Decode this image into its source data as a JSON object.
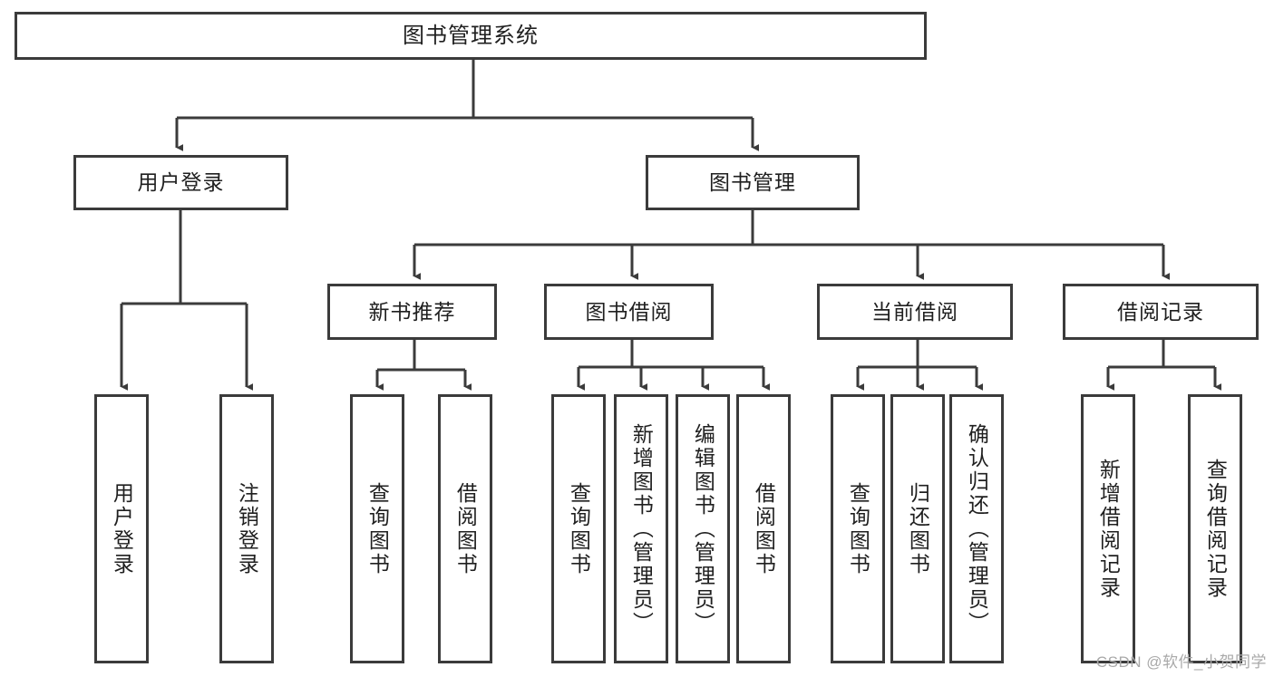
{
  "diagram": {
    "title": "图书管理系统",
    "type": "tree-hierarchy-diagram",
    "orientation": "top-down",
    "colors": {
      "box_border": "#3b3b3b",
      "box_fill": "#ffffff",
      "edge": "#3b3b3b",
      "text": "#1f1f1f",
      "watermark": "#a9a9a9"
    }
  },
  "root": {
    "label": "图书管理系统"
  },
  "level1": [
    {
      "label": "用户登录"
    },
    {
      "label": "图书管理"
    }
  ],
  "level2": [
    {
      "label": "新书推荐"
    },
    {
      "label": "图书借阅"
    },
    {
      "label": "当前借阅"
    },
    {
      "label": "借阅记录"
    }
  ],
  "leaves": {
    "user_login": [
      {
        "label": "用户登录"
      },
      {
        "label": "注销登录"
      }
    ],
    "new_book_recommend": [
      {
        "label": "查询图书"
      },
      {
        "label": "借阅图书"
      }
    ],
    "book_borrow": [
      {
        "label": "查询图书"
      },
      {
        "label": "新增图书（管理员）"
      },
      {
        "label": "编辑图书（管理员）"
      },
      {
        "label": "借阅图书"
      }
    ],
    "current_borrow": [
      {
        "label": "查询图书"
      },
      {
        "label": "归还图书"
      },
      {
        "label": "确认归还（管理员）"
      }
    ],
    "borrow_record": [
      {
        "label": "新增借阅记录"
      },
      {
        "label": "查询借阅记录"
      }
    ]
  },
  "watermark": {
    "text": "CSDN @软件_小贺同学"
  }
}
